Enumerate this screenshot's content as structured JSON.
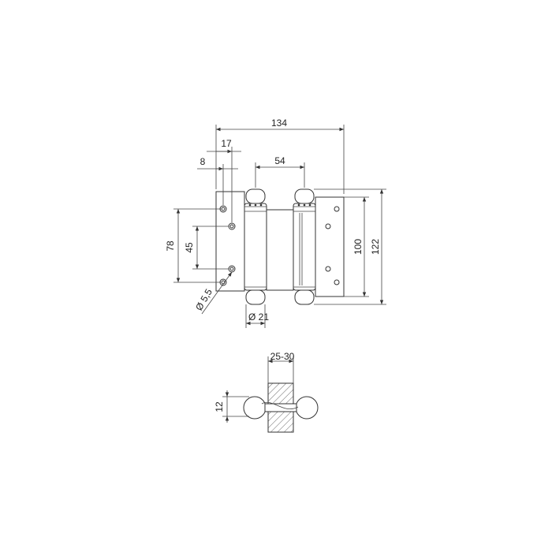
{
  "dimensions": {
    "overall_width": "134",
    "offset_17": "17",
    "offset_8": "8",
    "barrel_spacing": "54",
    "leaf_height": "100",
    "total_height": "122",
    "hole_span_78": "78",
    "hole_span_45": "45",
    "hole_diameter": "Ø 5,5",
    "barrel_diameter": "Ø 21",
    "door_thickness": "25-30",
    "gap_12": "12"
  }
}
